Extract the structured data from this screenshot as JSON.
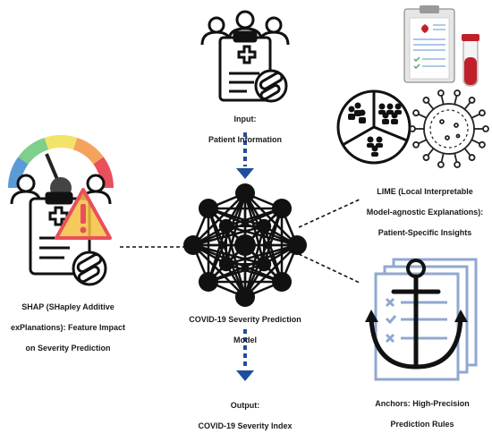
{
  "labels": {
    "input_title": "Input:",
    "input_text": "Patient Information",
    "model_line1": "COVID-19 Severity Prediction",
    "model_line2": "Model",
    "output_title": "Output:",
    "output_text": "COVID-19 Severity Index",
    "shap_line1": "SHAP (SHapley Additive",
    "shap_line2": "exPlanations): Feature Impact",
    "shap_line3": "on Severity Prediction",
    "lime_line1": "LIME (Local Interpretable",
    "lime_line2": "Model-agnostic Explanations):",
    "lime_line3": "Patient-Specific Insights",
    "anchors_line1": "Anchors: High-Precision",
    "anchors_line2": "Prediction Rules"
  },
  "icons": {
    "input": "patients-clipboard-pills-icon",
    "clipboard": "medical-clipboard-icon",
    "blood": "blood-test-tube-icon",
    "pie": "patient-groups-pie-icon",
    "virus": "virus-icon",
    "network": "neural-network-icon",
    "shap": "severity-gauge-warning-icon",
    "anchors": "anchor-documents-icon"
  },
  "colors": {
    "arrow": "#1f4e9c",
    "gauge": [
      "#5b9bd5",
      "#7ecf8a",
      "#f3e36b",
      "#f5a25c",
      "#e8505b"
    ],
    "warning": "#f4c040",
    "anchor_docs": "#90a8d0",
    "blood": "#c0202a"
  }
}
